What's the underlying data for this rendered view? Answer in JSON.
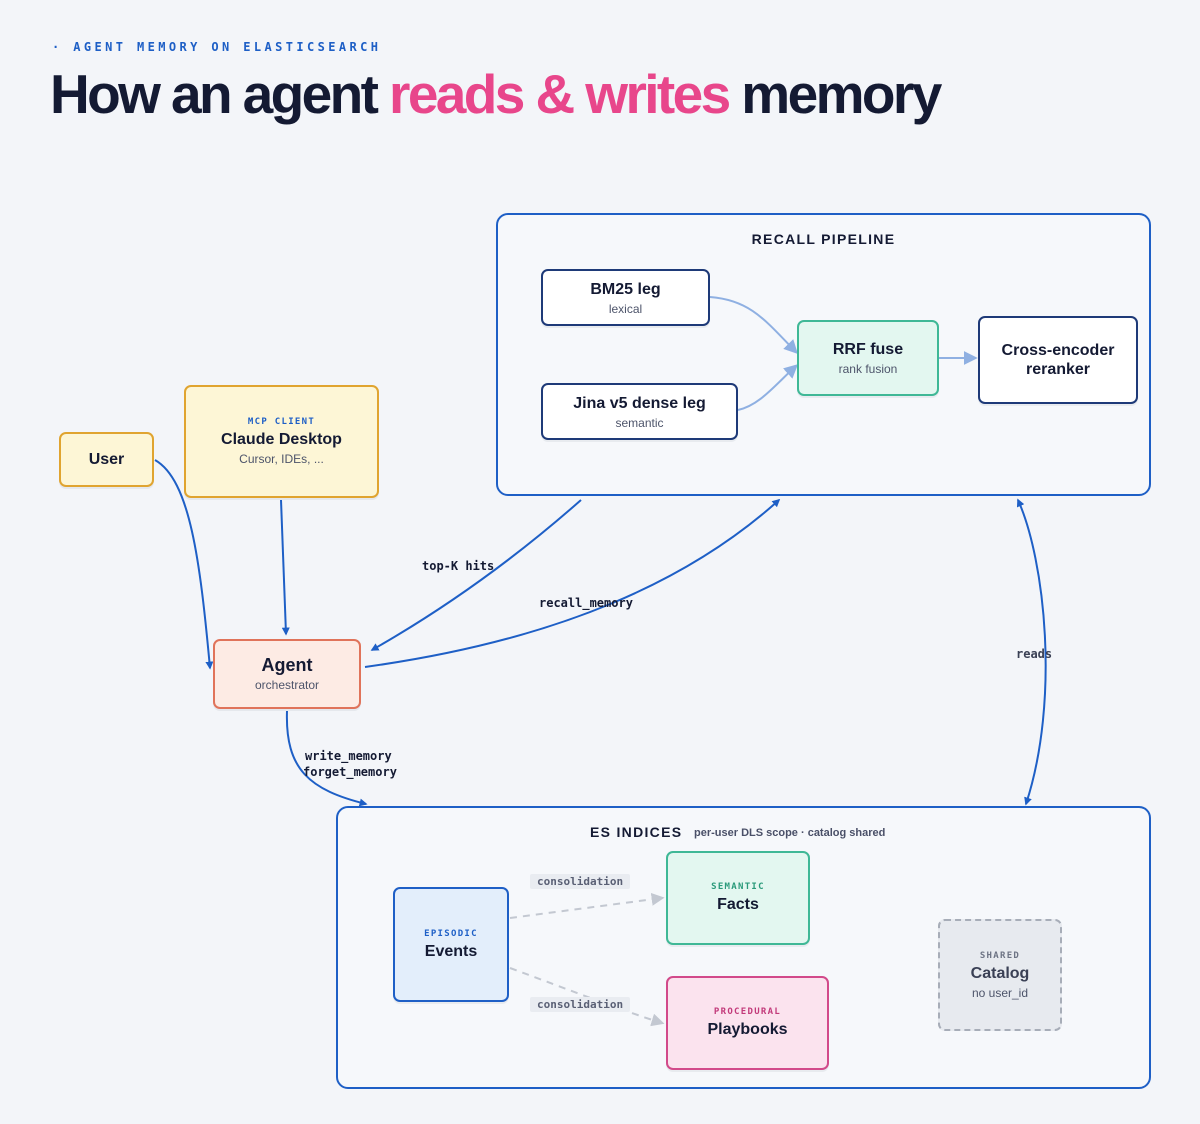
{
  "eyebrow": "· AGENT MEMORY ON ELASTICSEARCH",
  "title": {
    "part1": "How an agent ",
    "accent": "reads & writes",
    "part2": " memory"
  },
  "colors": {
    "blue": "#1e5fc6",
    "pink": "#e8468b",
    "navy": "#141a33",
    "yellow_fill": "#fdf6d6",
    "yellow_border": "#e0a430",
    "agent_fill": "#fdebe4",
    "agent_border": "#e0735a",
    "green_fill": "#e3f7f0",
    "green_border": "#3fb896",
    "blue_fill": "#e3eefb",
    "pink_fill": "#fbe3ee",
    "pink_border": "#d24a8a",
    "gray_fill": "#e7eaef",
    "gray_border": "#a7adb8"
  },
  "user": {
    "title": "User"
  },
  "mcp_client": {
    "tag": "MCP CLIENT",
    "title": "Claude Desktop",
    "sub": "Cursor, IDEs, ..."
  },
  "agent": {
    "title": "Agent",
    "sub": "orchestrator"
  },
  "recall_pipeline": {
    "heading": "RECALL PIPELINE",
    "bm25": {
      "title": "BM25 leg",
      "sub": "lexical"
    },
    "jina": {
      "title": "Jina v5 dense leg",
      "sub": "semantic"
    },
    "rrf": {
      "title": "RRF fuse",
      "sub": "rank fusion"
    },
    "reranker": {
      "title_line1": "Cross-encoder",
      "title_line2": "reranker"
    }
  },
  "es_indices": {
    "heading": "ES INDICES",
    "subheading": "per-user DLS scope · catalog shared",
    "episodic": {
      "tag": "EPISODIC",
      "title": "Events"
    },
    "semantic": {
      "tag": "SEMANTIC",
      "title": "Facts"
    },
    "procedural": {
      "tag": "PROCEDURAL",
      "title": "Playbooks"
    },
    "shared": {
      "tag": "SHARED",
      "title": "Catalog",
      "sub": "no user_id"
    }
  },
  "edge_labels": {
    "top_k_hits": "top-K hits",
    "recall_memory": "recall_memory",
    "reads": "reads",
    "write_memory": "write_memory",
    "forget_memory": "forget_memory",
    "consolidation_1": "consolidation",
    "consolidation_2": "consolidation"
  }
}
